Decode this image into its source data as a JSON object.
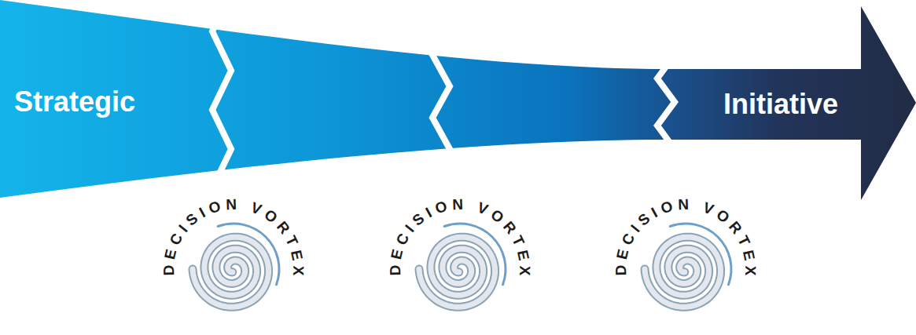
{
  "diagram": {
    "nodes": [
      {
        "text": [
          "Strategic"
        ]
      },
      {
        "text": [
          "Initiative"
        ]
      },
      {
        "text": [
          "DECISION VORTEX"
        ]
      },
      {
        "text": [
          "DECISION VORTEX"
        ]
      },
      {
        "text": [
          "DECISION VORTEX"
        ]
      }
    ]
  }
}
